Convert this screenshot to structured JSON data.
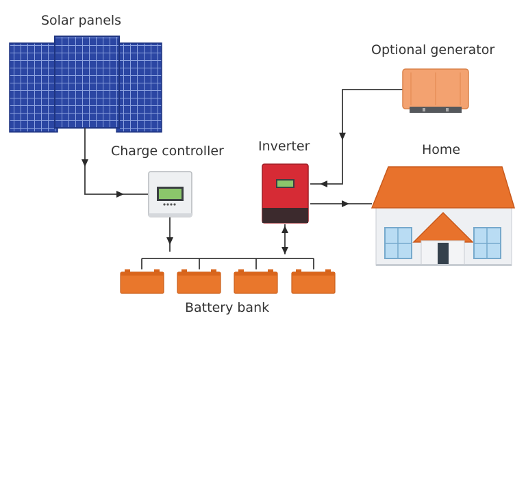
{
  "diagram": {
    "labels": {
      "solar_panels": "Solar panels",
      "charge_controller": "Charge controller",
      "inverter": "Inverter",
      "optional_generator": "Optional generator",
      "home": "Home",
      "battery_bank": "Battery bank"
    },
    "colors": {
      "panel_blue": "#2b46a3",
      "panel_grid": "#8ea4e0",
      "battery_orange": "#e9772c",
      "roof_orange": "#e8722c",
      "inverter_red": "#d62b35",
      "generator_orange": "#f3a270",
      "wire": "#3a3a3a",
      "label_text": "#333333"
    }
  }
}
